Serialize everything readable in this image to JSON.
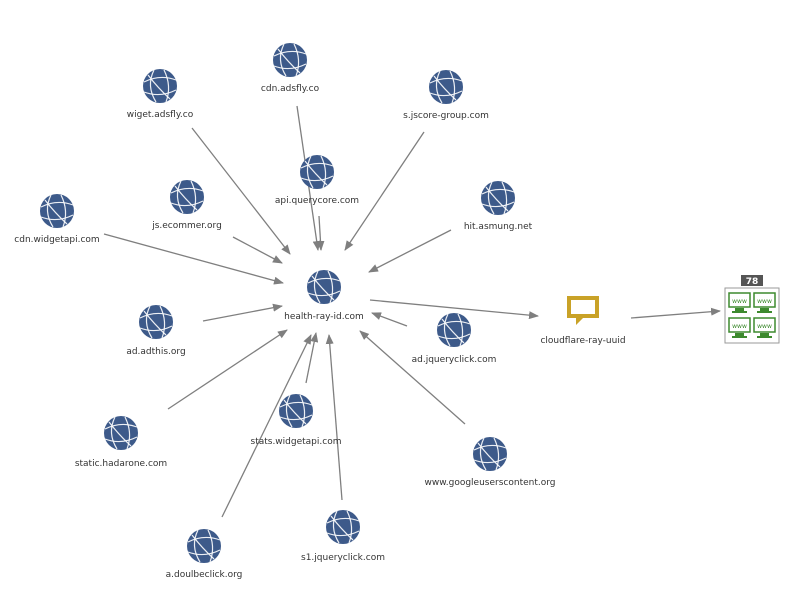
{
  "colors": {
    "globe": "#3d5a8a",
    "edge": "#7f7f7f",
    "comment": "#c9a227",
    "server": "#3d8a2e",
    "badge": "#555555"
  },
  "nodes": [
    {
      "id": "cdn-adsfly-co",
      "label": "cdn.adsfly.co",
      "icon": "globe-icon"
    },
    {
      "id": "wiget-adsfly-co",
      "label": "wiget.adsfly.co",
      "icon": "globe-icon"
    },
    {
      "id": "s-jscore-group-com",
      "label": "s.jscore-group.com",
      "icon": "globe-icon"
    },
    {
      "id": "api-querycore-com",
      "label": "api.querycore.com",
      "icon": "globe-icon"
    },
    {
      "id": "js-ecommer-org",
      "label": "js.ecommer.org",
      "icon": "globe-icon"
    },
    {
      "id": "hit-asmung-net",
      "label": "hit.asmung.net",
      "icon": "globe-icon"
    },
    {
      "id": "cdn-widgetapi-com",
      "label": "cdn.widgetapi.com",
      "icon": "globe-icon"
    },
    {
      "id": "health-ray-id-com",
      "label": "health-ray-id.com",
      "icon": "globe-icon"
    },
    {
      "id": "ad-adthis-org",
      "label": "ad.adthis.org",
      "icon": "globe-icon"
    },
    {
      "id": "ad-jqueryclick-com",
      "label": "ad.jqueryclick.com",
      "icon": "globe-icon"
    },
    {
      "id": "stats-widgetapi-com",
      "label": "stats.widgetapi.com",
      "icon": "globe-icon"
    },
    {
      "id": "static-hadarone-com",
      "label": "static.hadarone.com",
      "icon": "globe-icon"
    },
    {
      "id": "www-googleuserscontent-org",
      "label": "www.googleuserscontent.org",
      "icon": "globe-icon"
    },
    {
      "id": "s1-jqueryclick-com",
      "label": "s1.jqueryclick.com",
      "icon": "globe-icon"
    },
    {
      "id": "a-doulbeclick-org",
      "label": "a.doulbeclick.org",
      "icon": "globe-icon"
    },
    {
      "id": "cloudflare-ray-uuid",
      "label": "cloudflare-ray-uuid",
      "icon": "comment-icon"
    },
    {
      "id": "server-group",
      "label": "",
      "icon": "server-group-icon",
      "badge": "78",
      "tile_text": "www"
    }
  ],
  "edges": [
    {
      "from": "cdn-adsfly-co",
      "to": "health-ray-id-com"
    },
    {
      "from": "wiget-adsfly-co",
      "to": "health-ray-id-com"
    },
    {
      "from": "s-jscore-group-com",
      "to": "health-ray-id-com"
    },
    {
      "from": "api-querycore-com",
      "to": "health-ray-id-com"
    },
    {
      "from": "js-ecommer-org",
      "to": "health-ray-id-com"
    },
    {
      "from": "hit-asmung-net",
      "to": "health-ray-id-com"
    },
    {
      "from": "cdn-widgetapi-com",
      "to": "health-ray-id-com"
    },
    {
      "from": "ad-adthis-org",
      "to": "health-ray-id-com"
    },
    {
      "from": "ad-jqueryclick-com",
      "to": "health-ray-id-com"
    },
    {
      "from": "stats-widgetapi-com",
      "to": "health-ray-id-com"
    },
    {
      "from": "static-hadarone-com",
      "to": "health-ray-id-com"
    },
    {
      "from": "www-googleuserscontent-org",
      "to": "health-ray-id-com"
    },
    {
      "from": "s1-jqueryclick-com",
      "to": "health-ray-id-com"
    },
    {
      "from": "a-doulbeclick-org",
      "to": "health-ray-id-com"
    },
    {
      "from": "health-ray-id-com",
      "to": "cloudflare-ray-uuid"
    },
    {
      "from": "cloudflare-ray-uuid",
      "to": "server-group"
    }
  ]
}
